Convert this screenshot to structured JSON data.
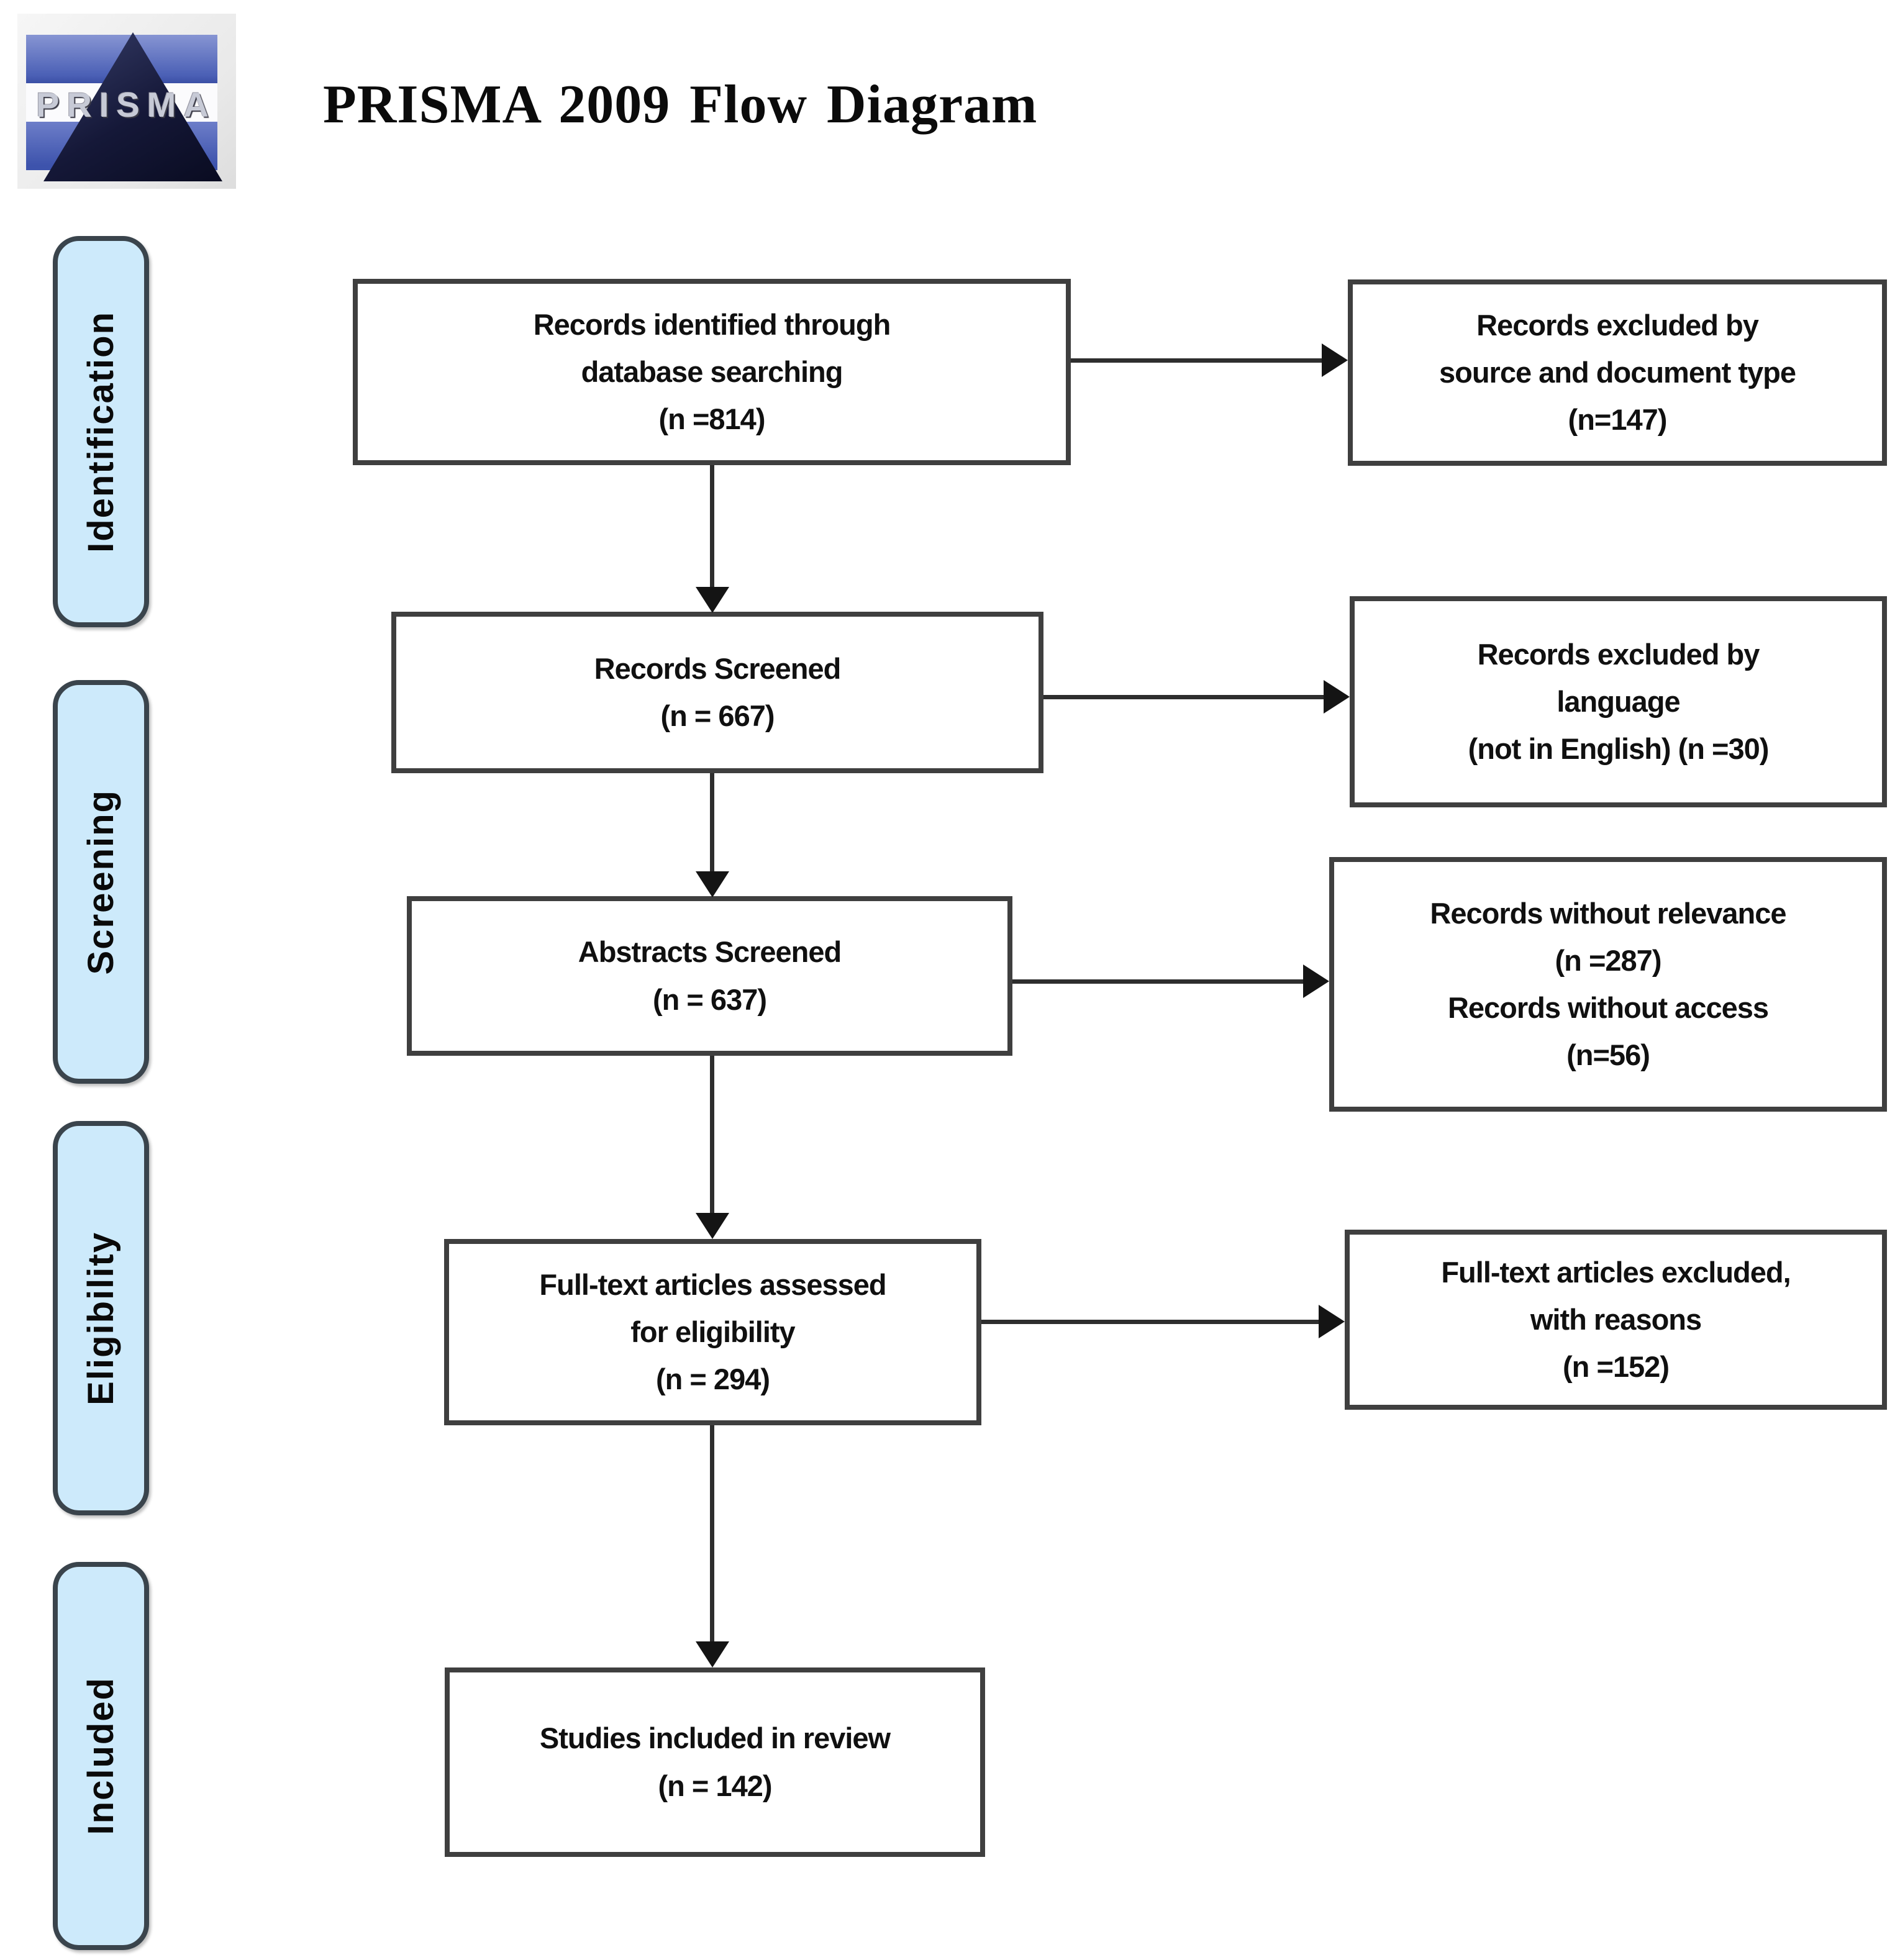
{
  "header": {
    "logo_text": "PRISMA",
    "title": "PRISMA 2009 Flow Diagram"
  },
  "sidebar": {
    "stages": [
      {
        "label": "Identification"
      },
      {
        "label": "Screening"
      },
      {
        "label": "Eligibility"
      },
      {
        "label": "Included"
      }
    ]
  },
  "flow": {
    "main_boxes": [
      {
        "lines": [
          "Records identified through",
          "database searching",
          "(n =814)"
        ]
      },
      {
        "lines": [
          "Records Screened",
          "(n = 667)"
        ]
      },
      {
        "lines": [
          "Abstracts Screened",
          "(n = 637)"
        ]
      },
      {
        "lines": [
          "Full-text articles assessed",
          "for eligibility",
          "(n = 294)"
        ]
      },
      {
        "lines": [
          "Studies included in review",
          "(n = 142)"
        ]
      }
    ],
    "side_boxes": [
      {
        "lines": [
          "Records excluded by",
          "source and document type",
          "(n=147)"
        ]
      },
      {
        "lines": [
          "Records excluded by",
          "language",
          "(not in English) (n =30)"
        ]
      },
      {
        "lines": [
          "Records without relevance",
          "(n =287)",
          "Records without access",
          "(n=56)"
        ]
      },
      {
        "lines": [
          "Full-text articles excluded,",
          "with reasons",
          "(n =152)"
        ]
      }
    ]
  },
  "colors": {
    "stage_fill": "#cdeafb",
    "stage_border": "#3a444c",
    "box_border": "#3f3f3f",
    "arrow": "#141414",
    "logo_blue": "#4a5fb5",
    "logo_triangle": "#151838"
  }
}
